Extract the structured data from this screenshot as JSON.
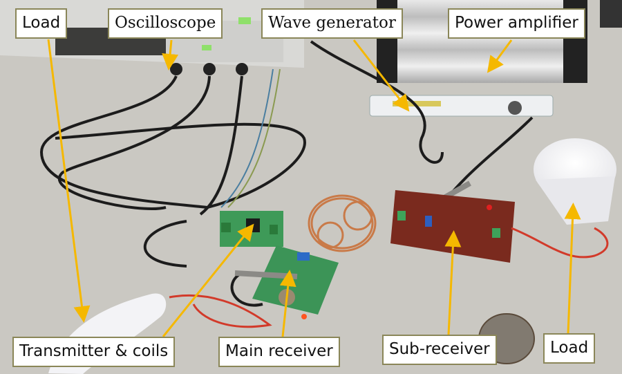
{
  "figure": {
    "description": "Experimental wireless power transfer setup photograph with annotations",
    "leader_color": "#f5b800",
    "label_border_color": "#8a8658"
  },
  "labels": {
    "load_left": "Load",
    "oscilloscope": "Oscilloscope",
    "wave_generator": "Wave generator",
    "power_amplifier": "Power amplifier",
    "transmitter_coils": "Transmitter & coils",
    "main_receiver": "Main receiver",
    "sub_receiver": "Sub-receiver",
    "load_right": "Load"
  }
}
